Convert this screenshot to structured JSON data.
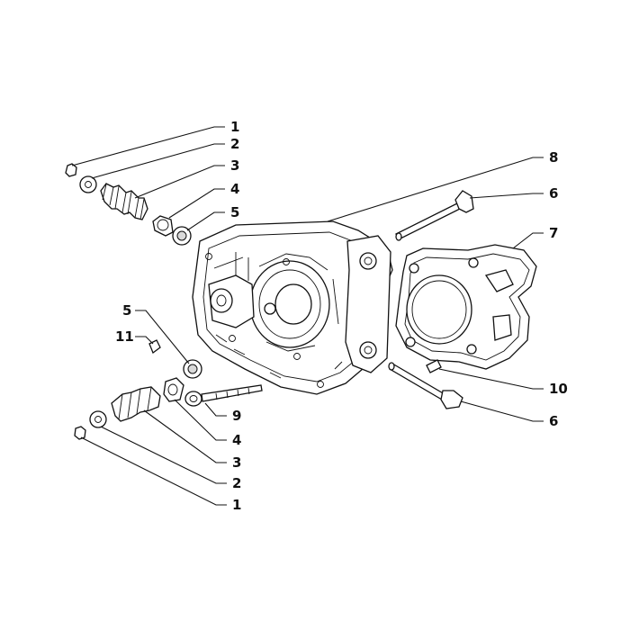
{
  "diagram": {
    "callouts": [
      {
        "id": "c1a",
        "label": "1"
      },
      {
        "id": "c2a",
        "label": "2"
      },
      {
        "id": "c3a",
        "label": "3"
      },
      {
        "id": "c4a",
        "label": "4"
      },
      {
        "id": "c5a",
        "label": "5"
      },
      {
        "id": "c8",
        "label": "8"
      },
      {
        "id": "c6a",
        "label": "6"
      },
      {
        "id": "c7",
        "label": "7"
      },
      {
        "id": "c5b",
        "label": "5"
      },
      {
        "id": "c11",
        "label": "11"
      },
      {
        "id": "c10",
        "label": "10"
      },
      {
        "id": "c9",
        "label": "9"
      },
      {
        "id": "c6b",
        "label": "6"
      },
      {
        "id": "c4b",
        "label": "4"
      },
      {
        "id": "c3b",
        "label": "3"
      },
      {
        "id": "c2b",
        "label": "2"
      },
      {
        "id": "c1b",
        "label": "1"
      }
    ]
  }
}
